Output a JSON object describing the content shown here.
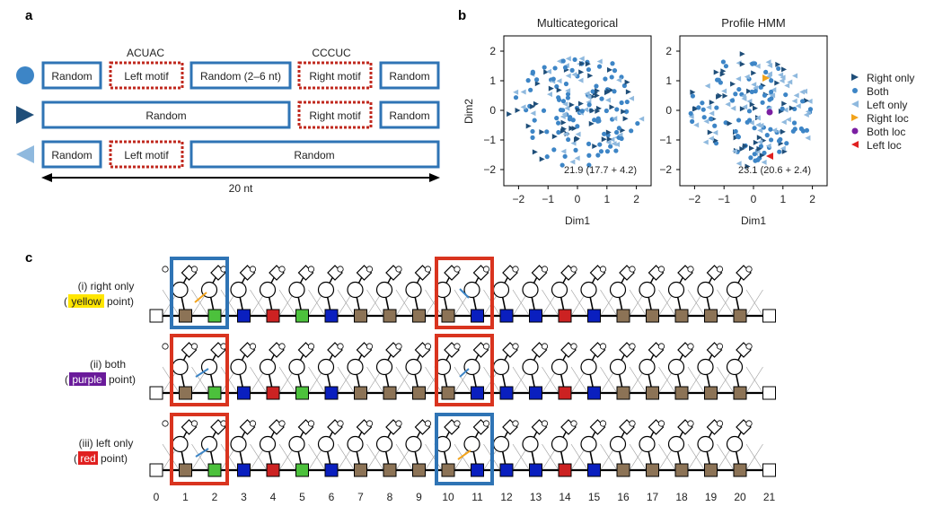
{
  "panels": {
    "a": "a",
    "b": "b",
    "c": "c"
  },
  "panel_a": {
    "motif_left": "ACUAC",
    "motif_right": "CCCUC",
    "length_label": "20 nt",
    "rows": [
      {
        "boxes": [
          "Random",
          "Left motif",
          "Random (2–6 nt)",
          "Right motif",
          "Random"
        ]
      },
      {
        "boxes": [
          "Random",
          "Right motif",
          "Random"
        ]
      },
      {
        "boxes": [
          "Random",
          "Left motif",
          "Random"
        ]
      }
    ]
  },
  "panel_b": {
    "left_title": "Multicategorical",
    "right_title": "Profile HMM",
    "ylabel": "Dim2",
    "xlabel": "Dim1",
    "xticks": [
      "−2",
      "−1",
      "0",
      "1",
      "2"
    ],
    "yticks": [
      "2",
      "1",
      "0",
      "−1",
      "−2"
    ],
    "left_note": "21.9 (17.7 + 4.2)",
    "right_note": "23.1 (20.6 + 2.4)",
    "legend": [
      "Right only",
      "Both",
      "Left only",
      "Right loc",
      "Both loc",
      "Left loc"
    ],
    "colors": {
      "right_only": "#1f4e79",
      "both": "#3d85c6",
      "left_only": "#8fb9de",
      "right_loc": "#f2a31b",
      "both_loc": "#7b1fa2",
      "left_loc": "#e02020"
    }
  },
  "panel_c": {
    "rows": [
      {
        "prefix": "(i) right only",
        "open": "(",
        "highlight": "yellow",
        "suffix": "point)",
        "highlight_color": "#ffe600",
        "highlight_text_color": "#222"
      },
      {
        "prefix": "(ii) both",
        "open": "(",
        "highlight": "purple",
        "suffix": "point)",
        "highlight_color": "#6a1b9a",
        "highlight_text_color": "#fff"
      },
      {
        "prefix": "(iii) left only",
        "open": "(",
        "highlight": "red",
        "suffix": "point)",
        "highlight_color": "#e02020",
        "highlight_text_color": "#fff"
      }
    ],
    "positions": [
      "0",
      "1",
      "2",
      "3",
      "4",
      "5",
      "6",
      "7",
      "8",
      "9",
      "10",
      "11",
      "12",
      "13",
      "14",
      "15",
      "16",
      "17",
      "18",
      "19",
      "20",
      "21"
    ],
    "square_colors": [
      "white",
      "brown",
      "green",
      "blue",
      "red",
      "green",
      "blue",
      "brown",
      "brown",
      "brown",
      "brown",
      "blue",
      "blue",
      "blue",
      "red",
      "blue",
      "brown",
      "brown",
      "brown",
      "brown",
      "brown",
      "white"
    ],
    "palette": {
      "brown": "#8c7356",
      "green": "#4cc13c",
      "blue": "#0a1fbf",
      "red": "#cc2222",
      "white": "#ffffff"
    },
    "frame_colors": {
      "blue": "#2f74b5",
      "red": "#d9341f"
    }
  }
}
